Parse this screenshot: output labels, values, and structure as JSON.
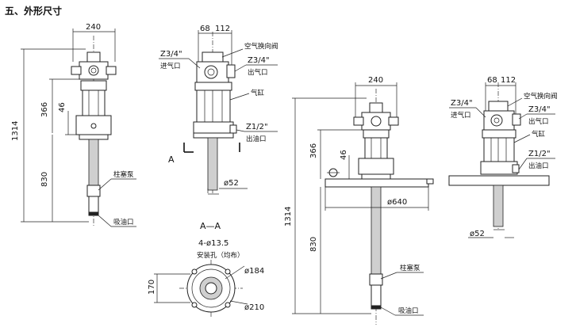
{
  "title": "五、外形尺寸",
  "labels": {
    "d240": "240",
    "d1314": "1314",
    "d366": "366",
    "d46": "46",
    "d830": "830",
    "d68": "68",
    "d112": "112",
    "d640": "ø640",
    "d52": "ø52",
    "d184": "ø184",
    "d210": "ø210",
    "d170": "170",
    "z34": "Z3/4\"",
    "z12": "Z1/2\"",
    "holes": "4-ø13.5",
    "holes_note": "安装孔（均布）",
    "air_valve": "空气换向阀",
    "air_in": "进气口",
    "air_out": "出气口",
    "cylinder": "气缸",
    "oil_out": "出油口",
    "plunger": "柱塞泵",
    "suction": "吸油口",
    "section_a": "A",
    "section_aa": "A—A"
  }
}
